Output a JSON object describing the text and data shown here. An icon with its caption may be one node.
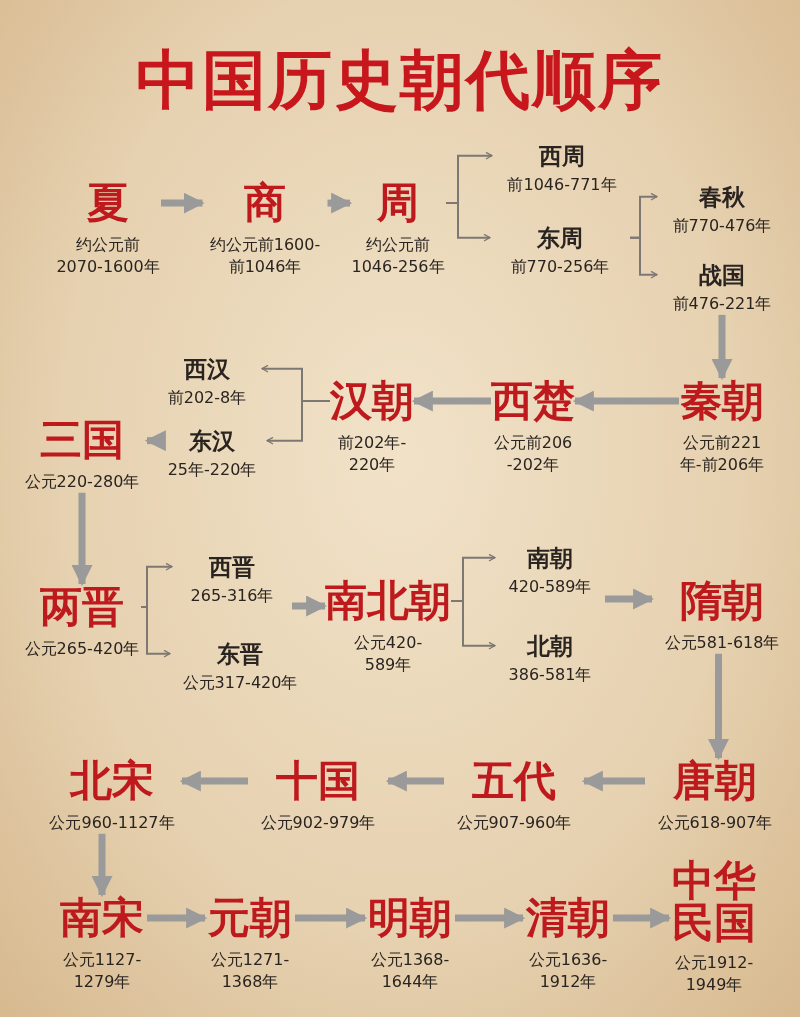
{
  "diagram": {
    "title": "中国历史朝代顺序",
    "nodes": [
      {
        "text": [
          "夏"
        ],
        "beside": [
          "约公元前2070-1600年"
        ]
      },
      {
        "text": [
          "商"
        ],
        "beside": [
          "约公元前1600-前1046年"
        ]
      },
      {
        "text": [
          "周"
        ],
        "beside": [
          "约公元前1046-256年"
        ]
      },
      {
        "text": [
          "西周"
        ],
        "beside": [
          "前1046-771年"
        ]
      },
      {
        "text": [
          "东周"
        ],
        "beside": [
          "前770-256年"
        ]
      },
      {
        "text": [
          "春秋"
        ],
        "beside": [
          "前770-476年"
        ]
      },
      {
        "text": [
          "战国"
        ],
        "beside": [
          "前476-221年"
        ]
      },
      {
        "text": [
          "秦朝"
        ],
        "beside": [
          "公元前221年-前206年"
        ]
      },
      {
        "text": [
          "西楚"
        ],
        "beside": [
          "公元前206-202年"
        ]
      },
      {
        "text": [
          "汉朝"
        ],
        "beside": [
          "前202年-220年"
        ]
      },
      {
        "text": [
          "西汉"
        ],
        "beside": [
          "前202-8年"
        ]
      },
      {
        "text": [
          "东汉"
        ],
        "beside": [
          "25年-220年"
        ]
      },
      {
        "text": [
          "三国"
        ],
        "beside": [
          "公元220-280年"
        ]
      },
      {
        "text": [
          "两晋"
        ],
        "beside": [
          "公元265-420年"
        ]
      },
      {
        "text": [
          "西晋"
        ],
        "beside": [
          "265-316年"
        ]
      },
      {
        "text": [
          "东晋"
        ],
        "beside": [
          "公元317-420年"
        ]
      },
      {
        "text": [
          "南北朝"
        ],
        "beside": [
          "公元420-589年"
        ]
      },
      {
        "text": [
          "南朝"
        ],
        "beside": [
          "420-589年"
        ]
      },
      {
        "text": [
          "北朝"
        ],
        "beside": [
          "386-581年"
        ]
      },
      {
        "text": [
          "隋朝"
        ],
        "beside": [
          "公元581-618年"
        ]
      },
      {
        "text": [
          "唐朝"
        ],
        "beside": [
          "公元618-907年"
        ]
      },
      {
        "text": [
          "五代"
        ],
        "beside": [
          "公元907-960年"
        ]
      },
      {
        "text": [
          "十国"
        ],
        "beside": [
          "公元902-979年"
        ]
      },
      {
        "text": [
          "北宋"
        ],
        "beside": [
          "公元960-1127年"
        ]
      },
      {
        "text": [
          "南宋"
        ],
        "beside": [
          "公元1127-1279年"
        ]
      },
      {
        "text": [
          "元朝"
        ],
        "beside": [
          "公元1271-1368年"
        ]
      },
      {
        "text": [
          "明朝"
        ],
        "beside": [
          "公元1368-1644年"
        ]
      },
      {
        "text": [
          "清朝"
        ],
        "beside": [
          "公元1636-1912年"
        ]
      },
      {
        "text": [
          "中华民国"
        ],
        "beside": [
          "公元1912-1949年"
        ]
      }
    ],
    "edges": [
      {
        "from": 0,
        "to": 1,
        "arrow": "to"
      },
      {
        "from": 1,
        "to": 2,
        "arrow": "to"
      },
      {
        "from": 2,
        "to": 3,
        "arrow": "to"
      },
      {
        "from": 2,
        "to": 4,
        "arrow": "to"
      },
      {
        "from": 4,
        "to": 5,
        "arrow": "to"
      },
      {
        "from": 4,
        "to": 6,
        "arrow": "to"
      },
      {
        "from": 6,
        "to": 7,
        "arrow": "to"
      },
      {
        "from": 7,
        "to": 8,
        "arrow": "to"
      },
      {
        "from": 8,
        "to": 9,
        "arrow": "to"
      },
      {
        "from": 9,
        "to": 10,
        "arrow": "to"
      },
      {
        "from": 9,
        "to": 11,
        "arrow": "to"
      },
      {
        "from": 11,
        "to": 12,
        "arrow": "to"
      },
      {
        "from": 12,
        "to": 13,
        "arrow": "to"
      },
      {
        "from": 13,
        "to": 14,
        "arrow": "to"
      },
      {
        "from": 13,
        "to": 15,
        "arrow": "to"
      },
      {
        "from": 14,
        "to": 16,
        "arrow": "to"
      },
      {
        "from": 16,
        "to": 17,
        "arrow": "to"
      },
      {
        "from": 16,
        "to": 18,
        "arrow": "to"
      },
      {
        "from": 17,
        "to": 19,
        "arrow": "to"
      },
      {
        "from": 19,
        "to": 20,
        "arrow": "to"
      },
      {
        "from": 20,
        "to": 21,
        "arrow": "to"
      },
      {
        "from": 21,
        "to": 22,
        "arrow": "to"
      },
      {
        "from": 22,
        "to": 23,
        "arrow": "to"
      },
      {
        "from": 23,
        "to": 24,
        "arrow": "to"
      },
      {
        "from": 24,
        "to": 25,
        "arrow": "to"
      },
      {
        "from": 25,
        "to": 26,
        "arrow": "to"
      },
      {
        "from": 26,
        "to": 27,
        "arrow": "to"
      },
      {
        "from": 27,
        "to": 28,
        "arrow": "to"
      }
    ]
  }
}
